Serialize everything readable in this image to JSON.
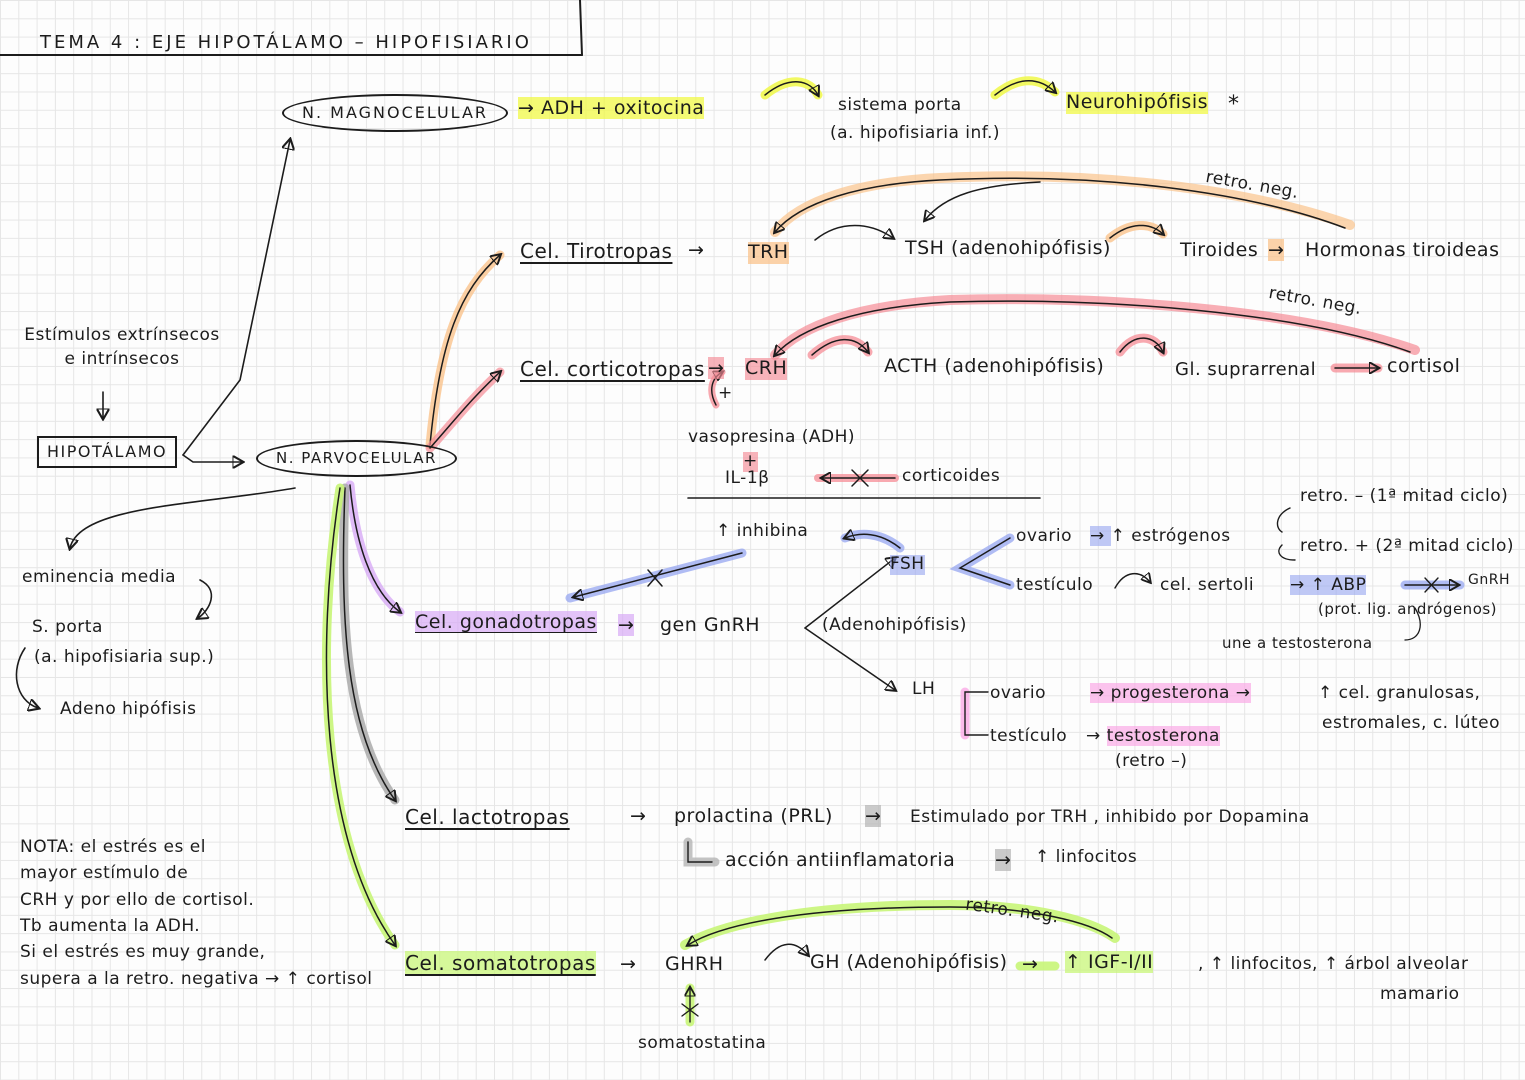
{
  "title": "TEMA 4 : EJE HIPOTÁLAMO – HIPOFISIARIO",
  "stimuli": "Estímulos extrínsecos e intrínsecos",
  "hypothalamus": "HIPOTÁLAMO",
  "magno": {
    "node": "N. MAGNOCELULAR",
    "hormones": "ADH + oxitocina",
    "portal_1": "sistema porta",
    "portal_2": "(a. hipofisiaria inf.)",
    "target": "Neurohipófisis",
    "star": "*"
  },
  "parvo": {
    "node": "N. PARVOCELULAR"
  },
  "median": {
    "eminence": "eminencia media",
    "portal": "S. porta",
    "artery": "(a. hipofisiaria sup.)",
    "adeno": "Adeno hipófisis"
  },
  "thyro": {
    "cell": "Cel. Tirotropas",
    "releasing": "TRH",
    "tsh": "TSH (adenohipófisis)",
    "gland": "Tiroides",
    "hormones": "Hormonas tiroideas",
    "feedback": "retro. neg."
  },
  "cortico": {
    "cell": "Cel. corticotropas",
    "releasing": "CRH",
    "plus": "+",
    "acth": "ACTH (adenohipófisis)",
    "gland": "Gl. suprarrenal",
    "hormone": "cortisol",
    "feedback": "retro. neg.",
    "vaso": "vasopresina (ADH)",
    "plus2": "+",
    "il": "IL-1β",
    "corticoids": "corticoides"
  },
  "gonado": {
    "inhibina": "↑ inhibina",
    "cell": "Cel. gonadotropas",
    "gene": "gen GnRH",
    "adeno": "(Adenohipófisis)",
    "fsh": "FSH",
    "ovary1": "ovario",
    "estrogens": "↑ estrógenos",
    "retro_minus": "retro. – (1ª mitad ciclo)",
    "retro_plus": "retro. + (2ª mitad ciclo)",
    "testis1": "testículo",
    "sertoli": "cel. sertoli",
    "abp": "↑ ABP",
    "gnrh": "GnRH",
    "abp_full": "(prot. lig. andrógenos)",
    "testo_bind": "une a testosterona",
    "lh": "LH",
    "ovary2": "ovario",
    "progesterone": "progesterona",
    "granulosa": "↑ cel. granulosas,",
    "stromal": "estromales, c. lúteo",
    "testis2": "testículo",
    "testosterone": "testosterona",
    "retro_neg": "(retro –)"
  },
  "lacto": {
    "cell": "Cel. lactotropas",
    "prl": "prolactina (PRL)",
    "stim": "Estimulado por TRH , inhibido por Dopamina",
    "action": "acción antiinflamatoria",
    "lymph": "↑ linfocitos"
  },
  "somato": {
    "cell": "Cel. somatotropas",
    "releasing": "GHRH",
    "gh": "GH (Adenohipófisis)",
    "igf": "↑ IGF-I/II",
    "lymph": ", ↑ linfocitos, ↑ árbol alveolar",
    "mammary": "mamario",
    "feedback": "retro. neg.",
    "inhib": "somatostatina"
  },
  "note": [
    "NOTA: el estrés es el",
    "mayor estímulo de",
    "CRH y por ello de cortisol.",
    "Tb aumenta la ADH.",
    "Si el estrés es muy grande,",
    "supera a la retro. negativa → ↑ cortisol"
  ]
}
